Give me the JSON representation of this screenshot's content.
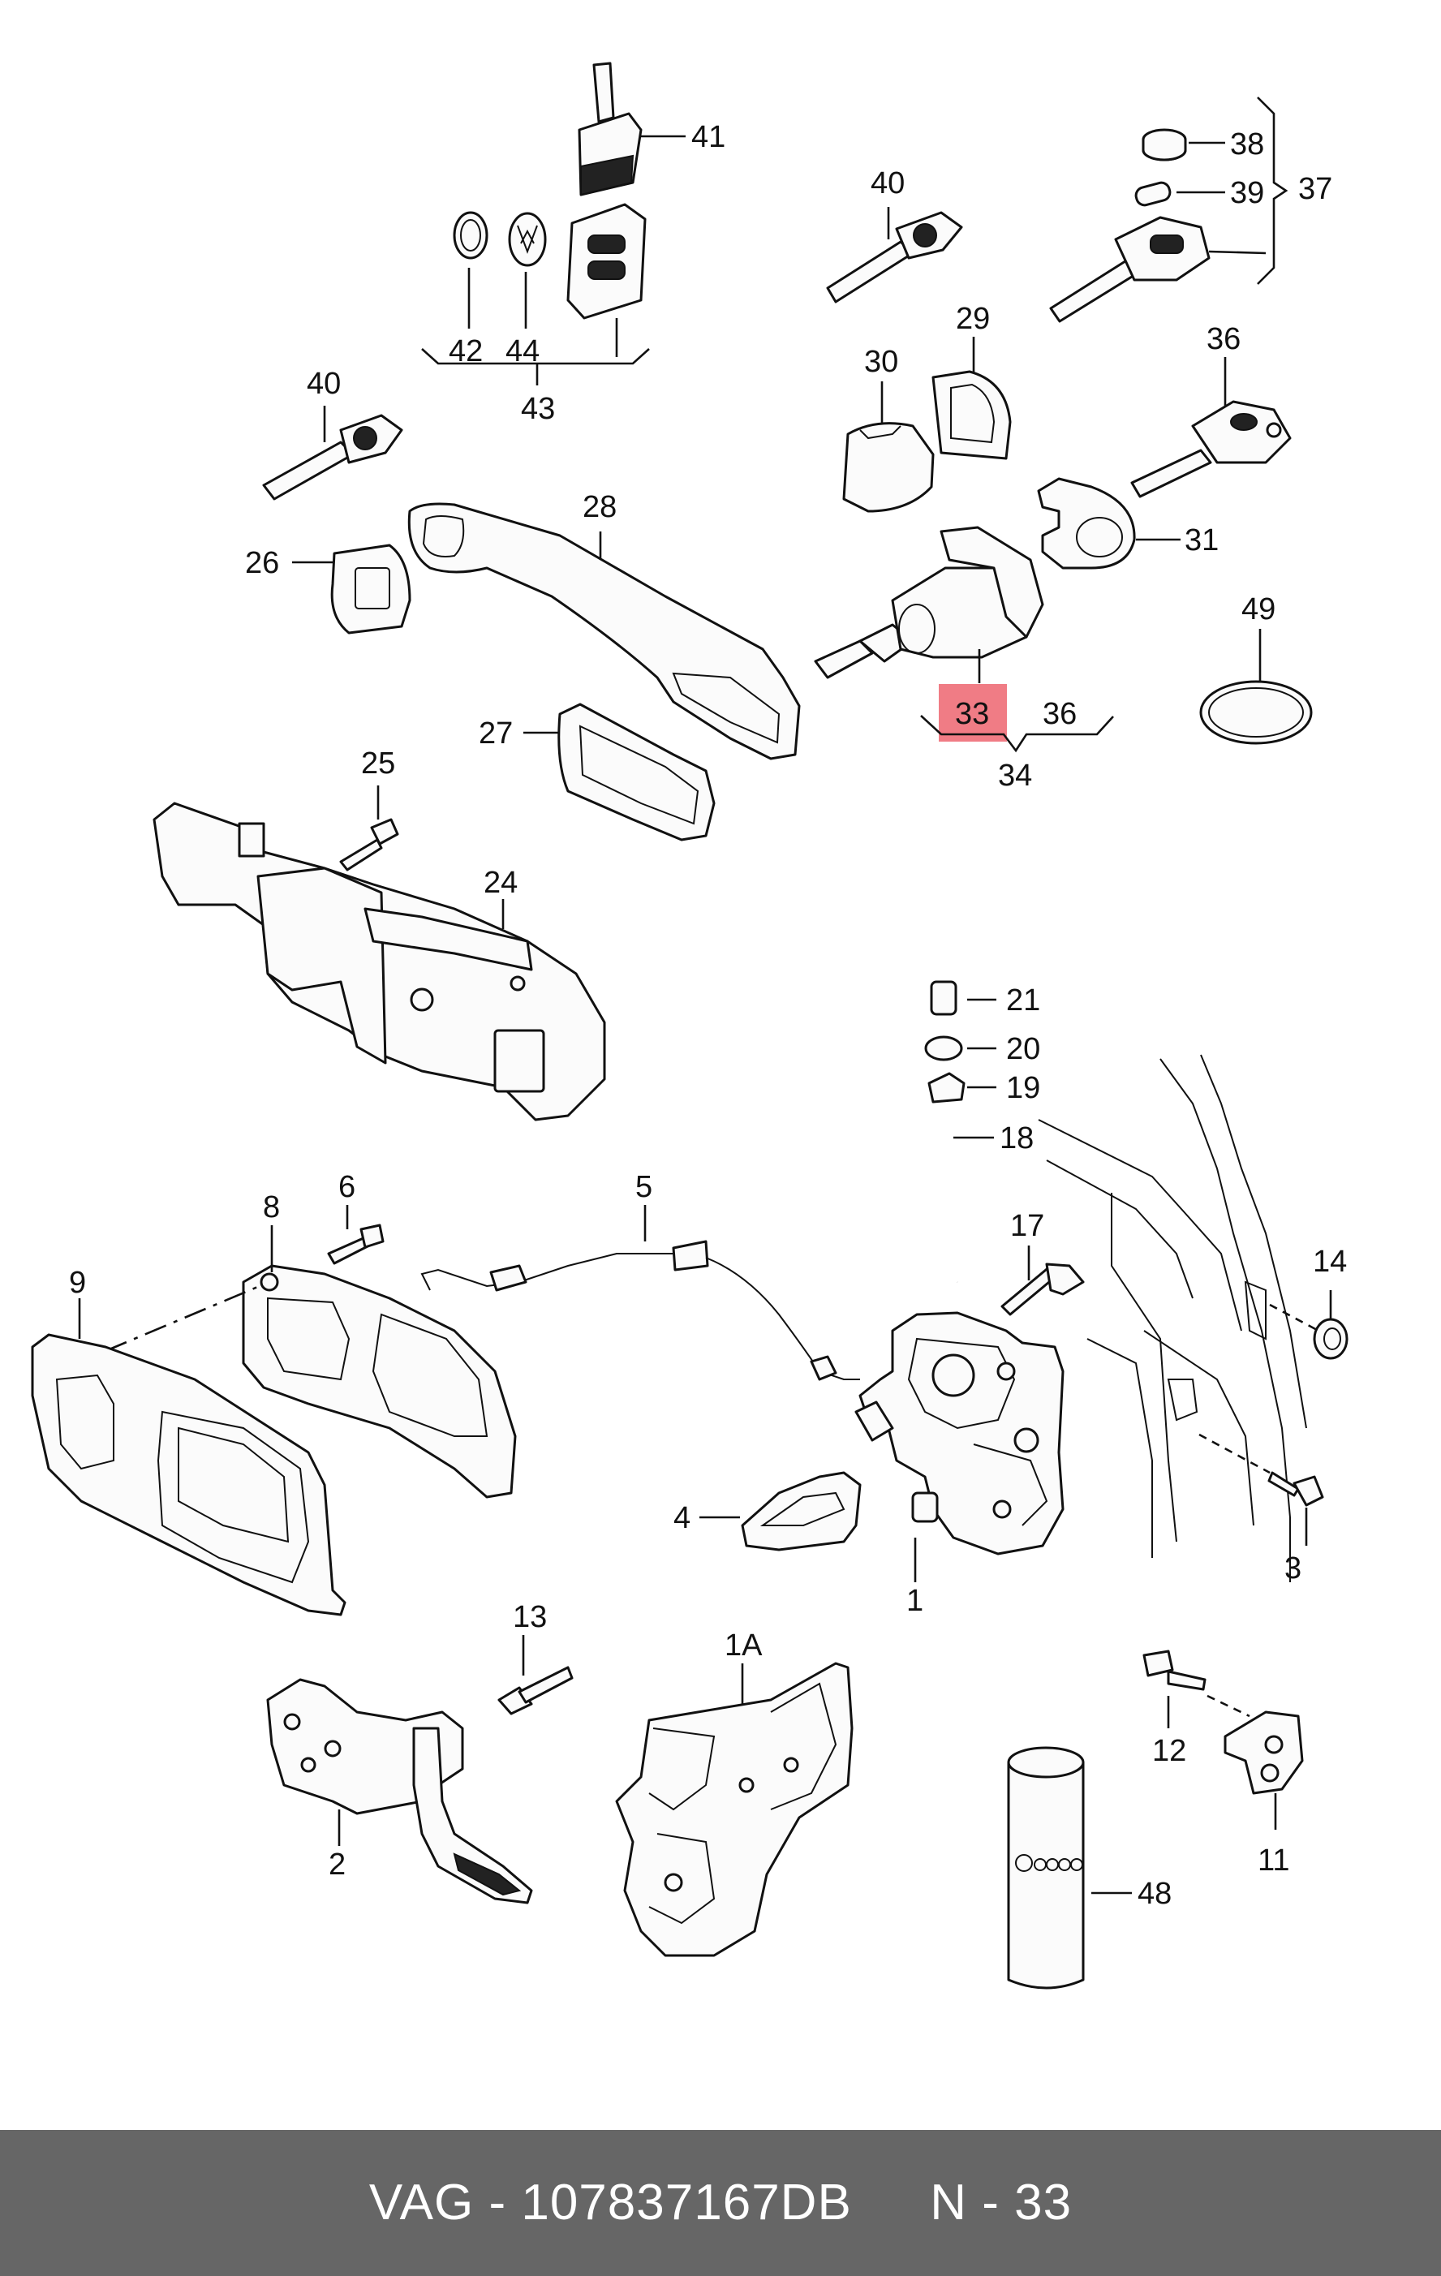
{
  "diagram": {
    "callouts": [
      {
        "id": "41",
        "text": "41"
      },
      {
        "id": "42",
        "text": "42"
      },
      {
        "id": "44",
        "text": "44"
      },
      {
        "id": "43",
        "text": "43"
      },
      {
        "id": "40a",
        "text": "40"
      },
      {
        "id": "40b",
        "text": "40"
      },
      {
        "id": "38",
        "text": "38"
      },
      {
        "id": "39",
        "text": "39"
      },
      {
        "id": "37",
        "text": "37"
      },
      {
        "id": "29",
        "text": "29"
      },
      {
        "id": "30",
        "text": "30"
      },
      {
        "id": "36a",
        "text": "36"
      },
      {
        "id": "31",
        "text": "31"
      },
      {
        "id": "28",
        "text": "28"
      },
      {
        "id": "26",
        "text": "26"
      },
      {
        "id": "27",
        "text": "27"
      },
      {
        "id": "33",
        "text": "33"
      },
      {
        "id": "36b",
        "text": "36"
      },
      {
        "id": "34",
        "text": "34"
      },
      {
        "id": "49",
        "text": "49"
      },
      {
        "id": "25",
        "text": "25"
      },
      {
        "id": "24",
        "text": "24"
      },
      {
        "id": "21",
        "text": "21"
      },
      {
        "id": "20",
        "text": "20"
      },
      {
        "id": "19",
        "text": "19"
      },
      {
        "id": "18",
        "text": "18"
      },
      {
        "id": "8",
        "text": "8"
      },
      {
        "id": "6",
        "text": "6"
      },
      {
        "id": "5",
        "text": "5"
      },
      {
        "id": "9",
        "text": "9"
      },
      {
        "id": "17",
        "text": "17"
      },
      {
        "id": "14",
        "text": "14"
      },
      {
        "id": "4",
        "text": "4"
      },
      {
        "id": "1",
        "text": "1"
      },
      {
        "id": "13",
        "text": "13"
      },
      {
        "id": "3",
        "text": "3"
      },
      {
        "id": "1A",
        "text": "1A"
      },
      {
        "id": "12",
        "text": "12"
      },
      {
        "id": "2",
        "text": "2"
      },
      {
        "id": "11",
        "text": "11"
      },
      {
        "id": "48",
        "text": "48"
      }
    ],
    "highlighted_part": "33",
    "highlight_color": "#f07c85"
  },
  "footer": {
    "brand": "VAG",
    "separator": "-",
    "part_number": "107837167DB",
    "position_label": "N - 33",
    "background_color": "#666666"
  }
}
